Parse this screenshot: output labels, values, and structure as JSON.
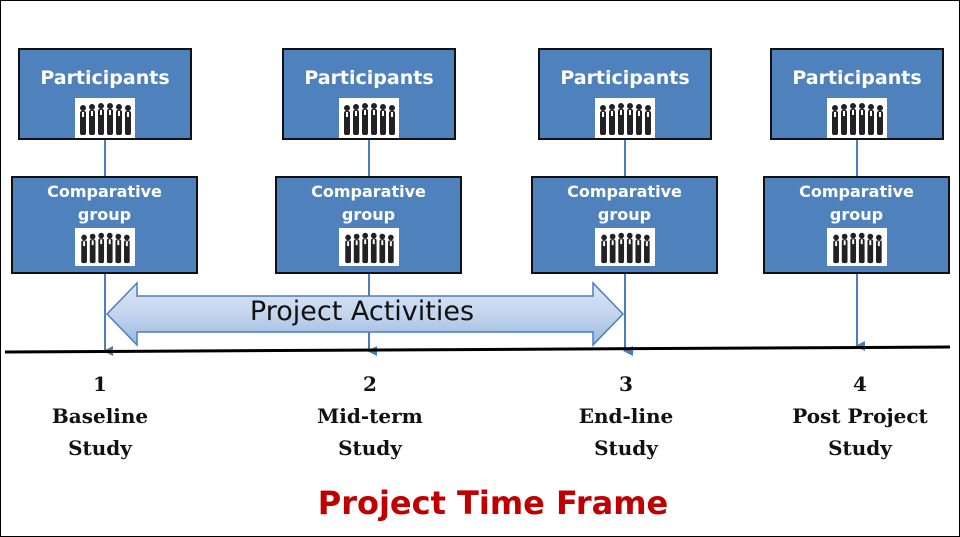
{
  "columns": [
    {
      "participants_label": "Participants",
      "group_label": "Comparative\ngroup",
      "stage_number": "1",
      "stage_line1": "Baseline",
      "stage_line2": "Study"
    },
    {
      "participants_label": "Participants",
      "group_label": "Comparative\ngroup",
      "stage_number": "2",
      "stage_line1": "Mid-term",
      "stage_line2": "Study"
    },
    {
      "participants_label": "Participants",
      "group_label": "Comparative\ngroup",
      "stage_number": "3",
      "stage_line1": "End-line",
      "stage_line2": "Study"
    },
    {
      "participants_label": "Participants",
      "group_label": "Comparative\ngroup",
      "stage_number": "4",
      "stage_line1": "Post Project",
      "stage_line2": "Study"
    }
  ],
  "activities_label": "Project Activities",
  "footer_title": "Project Time Frame",
  "colors": {
    "box_fill": "#4f81bd",
    "connector": "#4a7ebb",
    "arrow_fill_light": "#dce6f5",
    "arrow_fill_dark": "#9ab9e0",
    "footer_title": "#c00000"
  },
  "icons": {
    "people": "business-people-group-icon"
  }
}
